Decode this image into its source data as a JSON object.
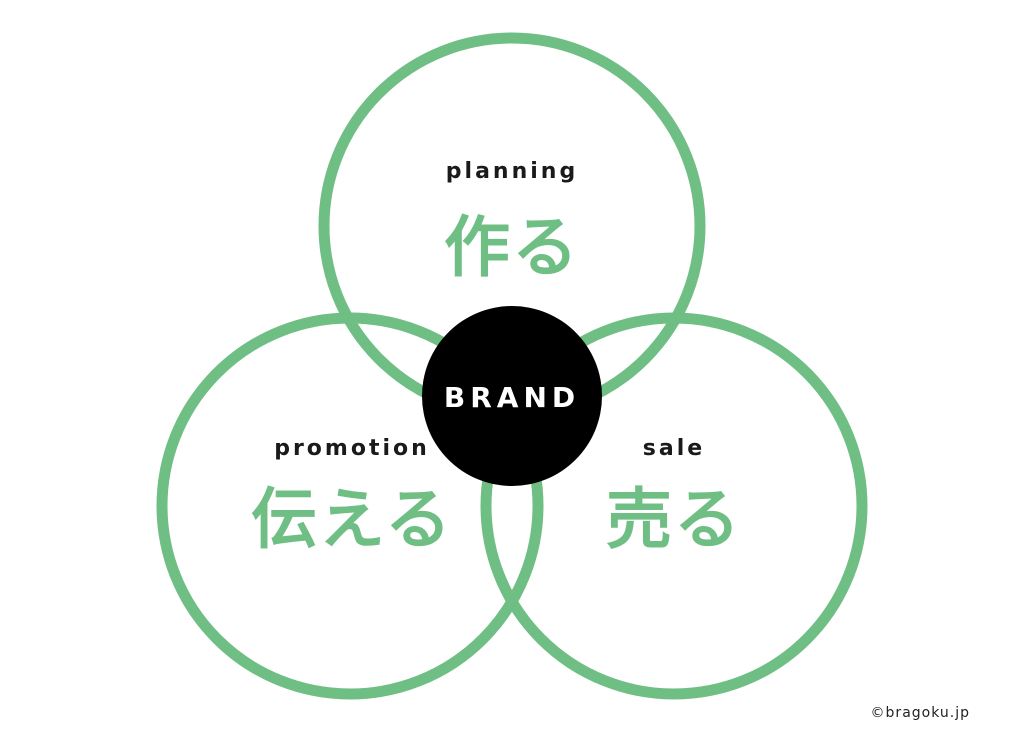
{
  "colors": {
    "ring": "#6fbf85",
    "jp_text": "#6fbf85",
    "center_fill": "#000000",
    "center_text": "#ffffff"
  },
  "circles": {
    "top": {
      "en": "planning",
      "jp": "作る"
    },
    "left": {
      "en": "promotion",
      "jp": "伝える"
    },
    "right": {
      "en": "sale",
      "jp": "売る"
    }
  },
  "center": {
    "label": "BRAND"
  },
  "credit": "©bragoku.jp"
}
